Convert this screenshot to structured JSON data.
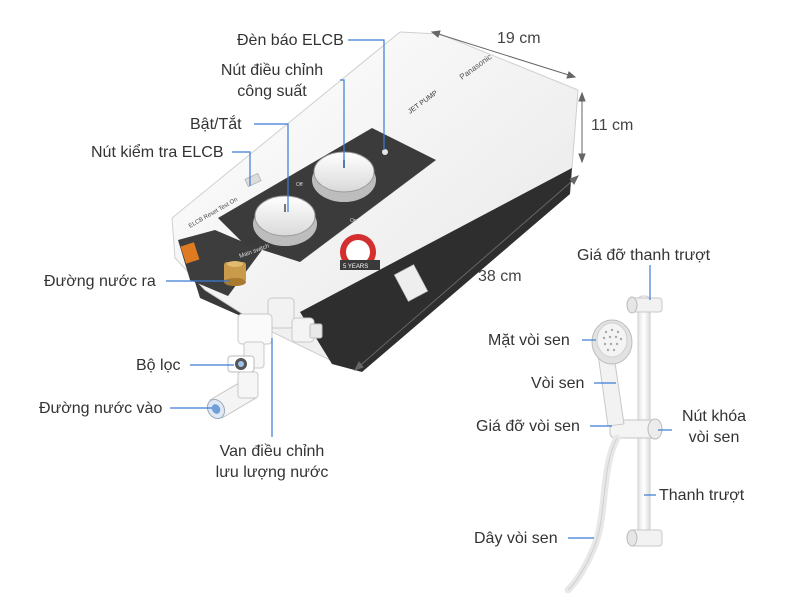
{
  "brand": "Panasonic",
  "model": "JET PUMP",
  "device_marks": {
    "main_switch": "Main switch",
    "elcb_reset": "ELCB Reset\nTest On",
    "warranty_badge": "5 YEARS",
    "off": "Off",
    "on": "On"
  },
  "dimensions": {
    "width": "19 cm",
    "depth": "11 cm",
    "height": "38 cm"
  },
  "labels": {
    "elcb_lamp": "Đèn báo ELCB",
    "power_knob": [
      "Nút điều chỉnh",
      "công suất"
    ],
    "on_off": "Bật/Tắt",
    "elcb_test": "Nút kiểm tra ELCB",
    "water_out": "Đường nước ra",
    "filter": "Bộ lọc",
    "water_in": "Đường nước vào",
    "flow_valve": [
      "Van điều chỉnh",
      "lưu lượng nước"
    ],
    "slide_holder": "Giá đỡ thanh trượt",
    "shower_face": "Mặt vòi sen",
    "shower_head": "Vòi sen",
    "head_holder": "Giá đỡ vòi sen",
    "head_lock": [
      "Nút khóa",
      "vòi sen"
    ],
    "slide_bar": "Thanh trượt",
    "hose": "Dây vòi sen"
  },
  "colors": {
    "leader": "#3a7bd5",
    "body_white": "#f4f4f4",
    "panel_dark": "#3b3b3b",
    "fitting_orange": "#e07a20"
  }
}
